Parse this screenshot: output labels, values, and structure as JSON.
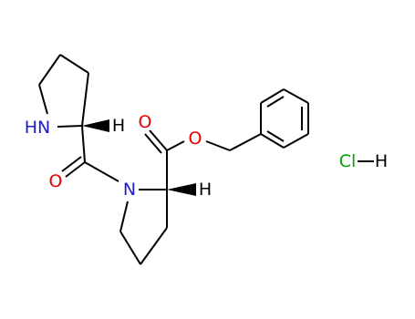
{
  "diagram": {
    "type": "chemical-structure",
    "colors": {
      "bond": "#000000",
      "nitrogen": "#1e1ec8",
      "oxygen": "#e60000",
      "chlorine": "#00a000",
      "hydrogen": "#000000"
    },
    "labels": {
      "amine_nh": "HN",
      "amine_h": "H",
      "amide_n": "N",
      "amide_o": "O",
      "alpha_h": "H",
      "carbonyl_o": "O",
      "ester_o": "O",
      "chlorine": "Cl",
      "hcl_h": "H"
    }
  }
}
